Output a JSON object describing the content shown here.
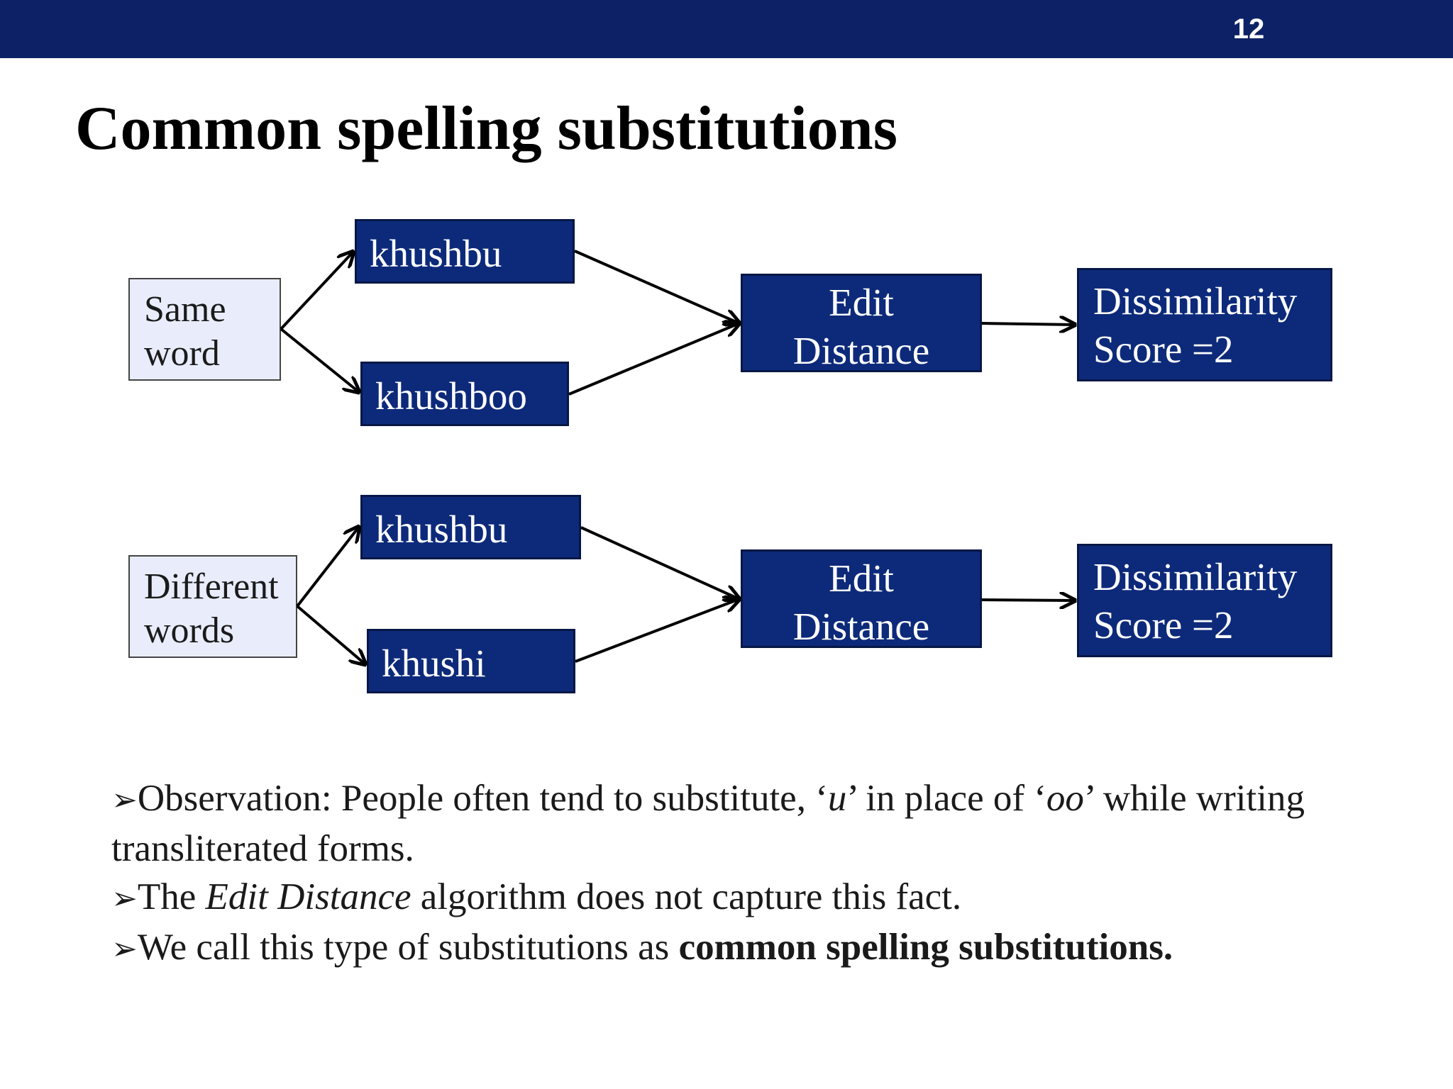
{
  "slide_number": "12",
  "title": "Common spelling substitutions",
  "diagram": {
    "row1": {
      "source": [
        "Same",
        "word"
      ],
      "word_a": "khushbu",
      "word_b": "khushboo",
      "process": [
        "Edit",
        "Distance"
      ],
      "result": [
        "Dissimilarity",
        "Score =2"
      ]
    },
    "row2": {
      "source": [
        "Different",
        "words"
      ],
      "word_a": "khushbu",
      "word_b": "khushi",
      "process": [
        "Edit",
        "Distance"
      ],
      "result": [
        "Dissimilarity",
        "Score =2"
      ]
    },
    "box_colors": {
      "source_fill": "#e9edfb",
      "node_fill": "#0d2a7a",
      "header_bar": "#0d2266"
    }
  },
  "bullets": {
    "marker": "➢",
    "b1": {
      "t1": "Observation: People often tend to substitute, ‘",
      "t2": "u",
      "t3": "’ in place of ‘",
      "t4": "oo",
      "t5": "’ while writing transliterated forms."
    },
    "b2": {
      "t1": "The ",
      "t2": "Edit Distance",
      "t3": " algorithm does not capture this fact."
    },
    "b3": {
      "t1": "We call this type of substitutions as ",
      "t2": "common spelling substitutions."
    }
  }
}
